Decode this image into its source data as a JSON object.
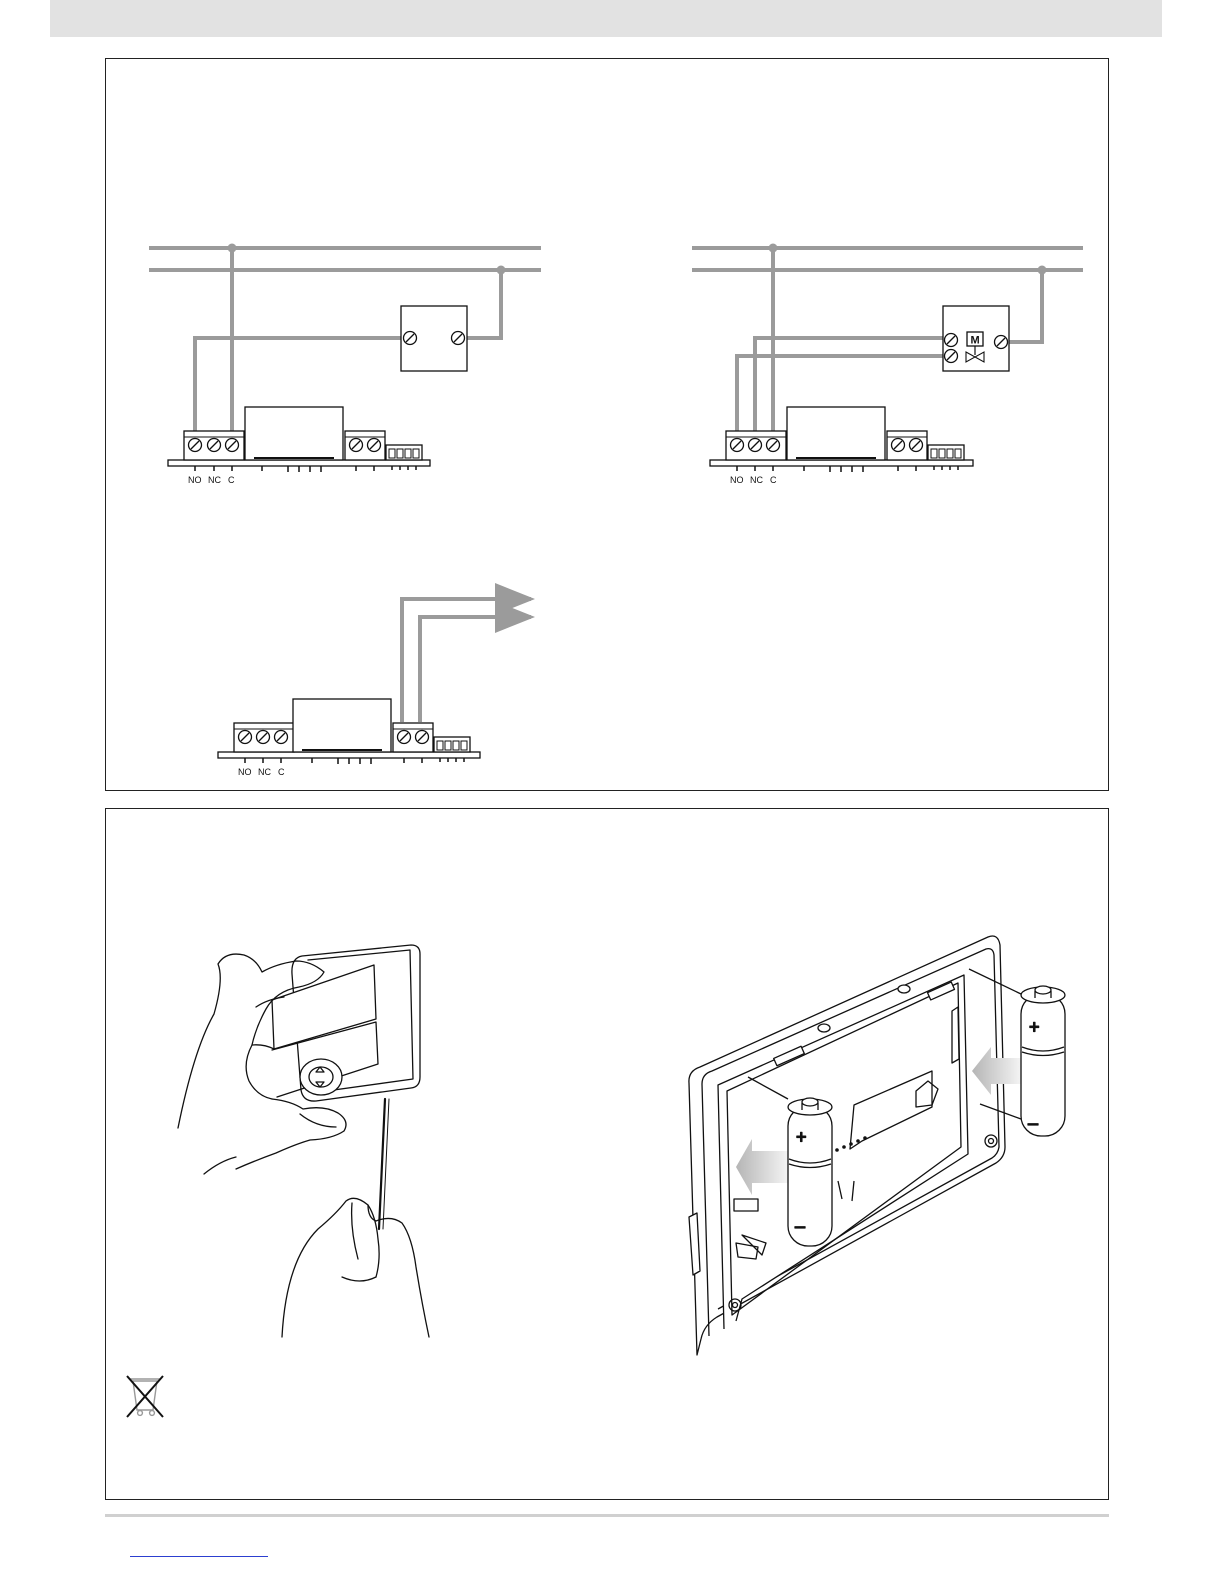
{
  "page": {
    "header_bar": "",
    "wiring_panel": {
      "diagrams": [
        {
          "id": "relay-to-load",
          "terminal_labels": [
            "NO",
            "NC",
            "C"
          ]
        },
        {
          "id": "relay-to-motorized-valve",
          "terminal_labels": [
            "NO",
            "NC",
            "C"
          ],
          "valve_motor_label": "M"
        },
        {
          "id": "auxiliary-output",
          "terminal_labels": [
            "NO",
            "NC",
            "C"
          ]
        }
      ]
    },
    "battery_panel": {
      "battery_polarity": {
        "positive": "+",
        "negative": "–"
      },
      "disposal_icon": "crossed-out-wheelie-bin-icon"
    },
    "footer_link": ""
  },
  "colors": {
    "wire": "#9b9b9b",
    "line": "#1a1a1a",
    "header_bar": "#e2e2e2"
  }
}
